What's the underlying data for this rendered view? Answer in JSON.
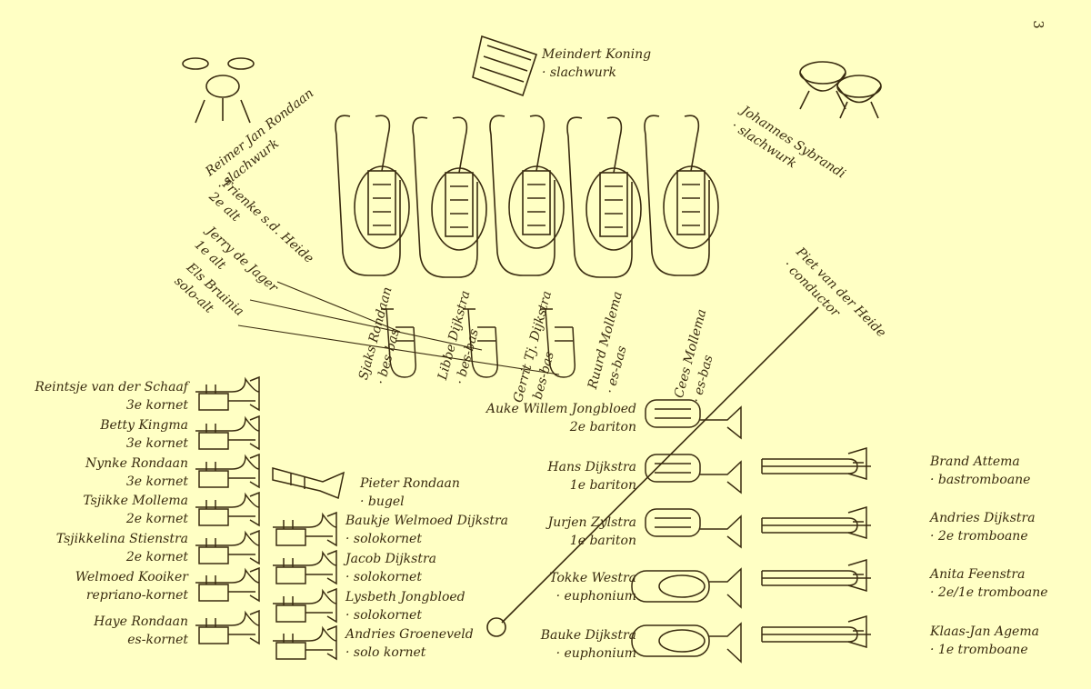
{
  "page_number": "3",
  "icons": {
    "drum": "drum-kit-icon",
    "cymbals": "timpani-icon",
    "xylophone": "xylophone-icon",
    "tuba": "tuba-icon",
    "alto": "alto-horn-icon",
    "cornet": "cornet-icon",
    "flugel": "flugelhorn-icon",
    "baritone": "baritone-icon",
    "euph": "euphonium-icon",
    "trombone": "trombone-icon",
    "baton": "conductor-baton-icon"
  },
  "colors": {
    "background": "#ffffc4",
    "ink": "#3a2c10"
  },
  "players": {
    "percussion_1": {
      "name": "Meindert Koning",
      "role": "slachwurk"
    },
    "percussion_2": {
      "name": "Reimer Jan Rondaan",
      "role": "slachwurk"
    },
    "percussion_3": {
      "name": "Johannes Sybrandi",
      "role": "slachwurk"
    },
    "alto_1": {
      "name": "Trienke s.d. Heide",
      "role": "2e alt"
    },
    "alto_2": {
      "name": "Jerry de Jager",
      "role": "1e alt"
    },
    "alto_3": {
      "name": "Els Bruinia",
      "role": "solo-alt"
    },
    "bass_1": {
      "name": "Sjaks Rondaan",
      "role": "bes-bas"
    },
    "bass_2": {
      "name": "Libbe Dijkstra",
      "role": "bes-bas"
    },
    "bass_3": {
      "name": "Gerrit Tj. Dijkstra",
      "role": "bes-bas"
    },
    "bass_4": {
      "name": "Ruurd Mollema",
      "role": "es-bas"
    },
    "bass_5": {
      "name": "Cees Mollema",
      "role": "es-bas"
    },
    "conductor": {
      "name": "Piet van der Heide",
      "role": "conductor"
    },
    "cornet_1": {
      "name": "Reintsje van der Schaaf",
      "role": "3e kornet"
    },
    "cornet_2": {
      "name": "Betty Kingma",
      "role": "3e kornet"
    },
    "cornet_3": {
      "name": "Nynke Rondaan",
      "role": "3e kornet"
    },
    "cornet_4": {
      "name": "Tsjikke Mollema",
      "role": "2e kornet"
    },
    "cornet_5": {
      "name": "Tsjikkelina Stienstra",
      "role": "2e kornet"
    },
    "cornet_6": {
      "name": "Welmoed Kooiker",
      "role": "repriano-kornet"
    },
    "cornet_7": {
      "name": "Haye Rondaan",
      "role": "es-kornet"
    },
    "flugel": {
      "name": "Pieter Rondaan",
      "role": "bugel"
    },
    "solo_1": {
      "name": "Baukje Welmoed Dijkstra",
      "role": "solokornet"
    },
    "solo_2": {
      "name": "Jacob Dijkstra",
      "role": "solokornet"
    },
    "solo_3": {
      "name": "Lysbeth Jongbloed",
      "role": "solokornet"
    },
    "solo_4": {
      "name": "Andries Groeneveld",
      "role": "solo kornet"
    },
    "bari_1": {
      "name": "Auke Willem Jongbloed",
      "role": "2e bariton"
    },
    "bari_2": {
      "name": "Hans Dijkstra",
      "role": "1e bariton"
    },
    "bari_3": {
      "name": "Jurjen Zylstra",
      "role": "1e bariton"
    },
    "euph_1": {
      "name": "Tokke Westra",
      "role": "euphonium"
    },
    "euph_2": {
      "name": "Bauke Dijkstra",
      "role": "euphonium"
    },
    "trb_1": {
      "name": "Brand Attema",
      "role": "bastromboane"
    },
    "trb_2": {
      "name": "Andries Dijkstra",
      "role": "2e tromboane"
    },
    "trb_3": {
      "name": "Anita Feenstra",
      "role": "2e/1e tromboane"
    },
    "trb_4": {
      "name": "Klaas-Jan Agema",
      "role": "1e tromboane"
    }
  }
}
